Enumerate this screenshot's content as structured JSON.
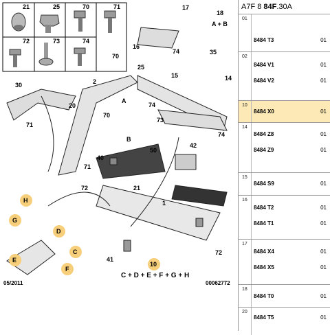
{
  "header": {
    "code_pre": "A7F 8 ",
    "code_bold": "84F",
    "code_post": ".30A"
  },
  "footer": {
    "date": "05/2011",
    "code": "00062772"
  },
  "diagram": {
    "parts_top": [
      "21",
      "25",
      "70",
      "71",
      "72",
      "73",
      "74"
    ],
    "callouts": [
      "17",
      "18",
      "A + B",
      "16",
      "74",
      "70",
      "35",
      "25",
      "15",
      "14",
      "30",
      "2",
      "20",
      "A",
      "74",
      "70",
      "73",
      "71",
      "74",
      "71",
      "B",
      "50",
      "42",
      "40",
      "21",
      "72",
      "1",
      "H",
      "G",
      "D",
      "C",
      "E",
      "F",
      "41",
      "72",
      "10",
      "C + D + E + F + G + H"
    ]
  },
  "groups": [
    {
      "num": "01",
      "rows": [
        {
          "ref": "8484 T3",
          "qty": "01"
        }
      ]
    },
    {
      "num": "02",
      "rows": [
        {
          "ref": "8484 V1",
          "qty": "01"
        },
        {
          "ref": "8484 V2",
          "qty": "01"
        }
      ]
    },
    {
      "num": "10",
      "rows": [
        {
          "ref": "8484 X0",
          "qty": "01"
        }
      ]
    },
    {
      "num": "14",
      "rows": [
        {
          "ref": "8484 Z8",
          "qty": "01"
        },
        {
          "ref": "8484 Z9",
          "qty": "01"
        }
      ]
    },
    {
      "num": "15",
      "rows": [
        {
          "ref": "8484 S9",
          "qty": "01"
        }
      ]
    },
    {
      "num": "16",
      "rows": [
        {
          "ref": "8484 T2",
          "qty": "01"
        },
        {
          "ref": "8484 T1",
          "qty": "01"
        }
      ]
    },
    {
      "num": "17",
      "rows": [
        {
          "ref": "8484 X4",
          "qty": "01"
        },
        {
          "ref": "8484 X5",
          "qty": "01"
        }
      ]
    },
    {
      "num": "18",
      "rows": [
        {
          "ref": "8484 T0",
          "qty": "01"
        }
      ]
    },
    {
      "num": "20",
      "rows": [
        {
          "ref": "8484 T5",
          "qty": "01"
        }
      ]
    }
  ]
}
